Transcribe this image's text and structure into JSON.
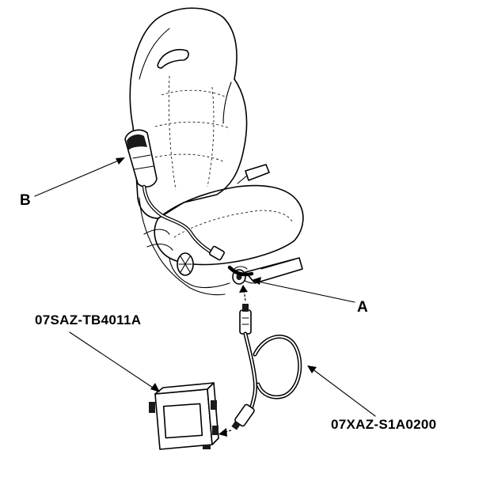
{
  "labels": {
    "b": "B",
    "a": "A",
    "tool": "07SAZ-TB4011A",
    "cable": "07XAZ-S1A0200"
  }
}
